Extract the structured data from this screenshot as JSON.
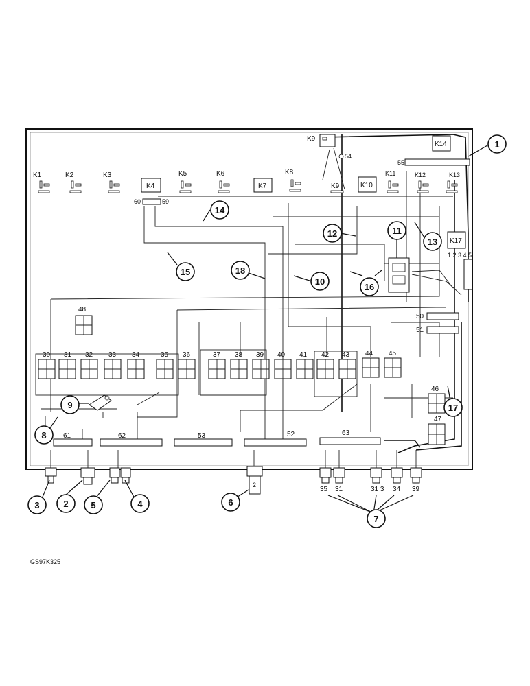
{
  "drawing_ref": "GS97K325",
  "relays": [
    {
      "key": "k1",
      "label": "K1"
    },
    {
      "key": "k2",
      "label": "K2"
    },
    {
      "key": "k3",
      "label": "K3"
    },
    {
      "key": "k4",
      "label": "K4"
    },
    {
      "key": "k5",
      "label": "K5"
    },
    {
      "key": "k6",
      "label": "K6"
    },
    {
      "key": "k7",
      "label": "K7"
    },
    {
      "key": "k8",
      "label": "K8"
    },
    {
      "key": "k9",
      "label": "K9"
    },
    {
      "key": "k9b",
      "label": "K9"
    },
    {
      "key": "k10",
      "label": "K10"
    },
    {
      "key": "k11",
      "label": "K11"
    },
    {
      "key": "k12",
      "label": "K12"
    },
    {
      "key": "k13",
      "label": "K13"
    },
    {
      "key": "k14",
      "label": "K14"
    },
    {
      "key": "k17",
      "label": "K17"
    }
  ],
  "modules": [
    "30",
    "31",
    "32",
    "33",
    "34",
    "35",
    "36",
    "37",
    "38",
    "39",
    "40",
    "41",
    "42",
    "43",
    "44",
    "45",
    "46",
    "47",
    "48"
  ],
  "connectors": {
    "c50": "50",
    "c51": "51",
    "c52": "52",
    "c53": "53",
    "c54": "54",
    "c55": "55",
    "c59": "59",
    "c60": "60",
    "c61": "61",
    "c62": "62",
    "c63": "63"
  },
  "pin_labels": {
    "k17_pins": "1 2 3 4 5",
    "b2": "2"
  },
  "cable_labels": [
    "35",
    "31",
    "31 3",
    "34",
    "39"
  ],
  "callouts": [
    "1",
    "2",
    "3",
    "4",
    "5",
    "6",
    "7",
    "8",
    "9",
    "10",
    "11",
    "12",
    "13",
    "14",
    "15",
    "16",
    "17",
    "18"
  ]
}
